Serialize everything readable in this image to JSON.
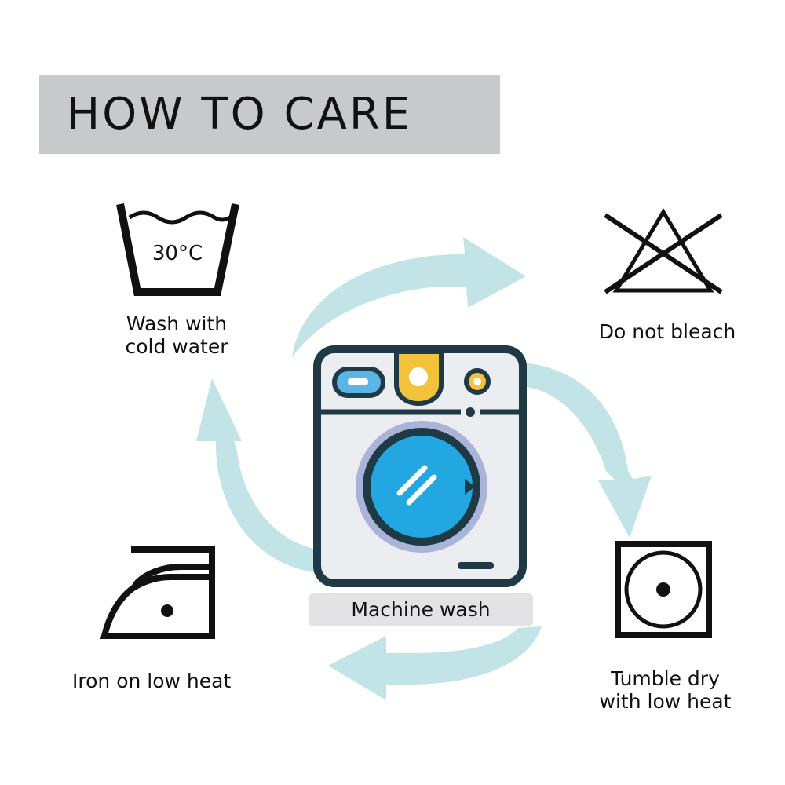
{
  "title": "HOW TO CARE",
  "colors": {
    "title_background": "#c8c9cb",
    "arrow": "#c2e4e6",
    "machine_outline": "#1f3a44",
    "machine_body": "#ecedf0",
    "drum_blue": "#22a7e0",
    "drum_ring": "#aab4d8",
    "knob_yellow": "#f2c23a",
    "button_blue": "#5bb4e6",
    "symbol": "#111111"
  },
  "care_steps": {
    "wash": {
      "line1": "Wash with",
      "line2": "cold water",
      "temperature": "30°C",
      "icon": "wash-basin-icon"
    },
    "bleach": {
      "label": "Do not bleach",
      "icon": "do-not-bleach-icon"
    },
    "dry": {
      "line1": "Tumble dry",
      "line2": "with low heat",
      "icon": "tumble-dry-icon"
    },
    "iron": {
      "label": "Iron on low heat",
      "icon": "iron-icon"
    }
  },
  "machine": {
    "label": "Machine wash",
    "icon": "washing-machine-icon"
  }
}
